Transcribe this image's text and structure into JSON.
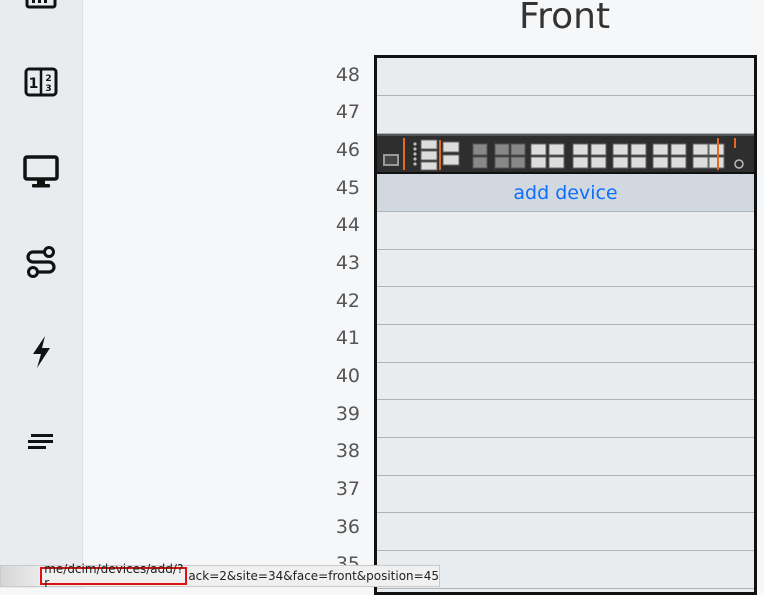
{
  "sidebar": {
    "items": [
      {
        "icon": "rack-icon"
      },
      {
        "icon": "numbered-list-icon"
      },
      {
        "icon": "monitor-icon"
      },
      {
        "icon": "circuit-path-icon"
      },
      {
        "icon": "lightning-icon"
      },
      {
        "icon": "menu-lines-icon"
      }
    ]
  },
  "rack": {
    "face_title": "Front",
    "units": [
      "48",
      "47",
      "46",
      "45",
      "44",
      "43",
      "42",
      "41",
      "40",
      "39",
      "38",
      "37",
      "36",
      "35"
    ],
    "add_device_label": "add device"
  },
  "status_bar": {
    "url_highlighted": "me/dcim/devices/add/?r",
    "url_rest": "ack=2&site=34&face=front&position=45"
  },
  "colors": {
    "link": "#0d6efd",
    "highlight_border": "#dd1111",
    "rack_frame": "#111111"
  }
}
